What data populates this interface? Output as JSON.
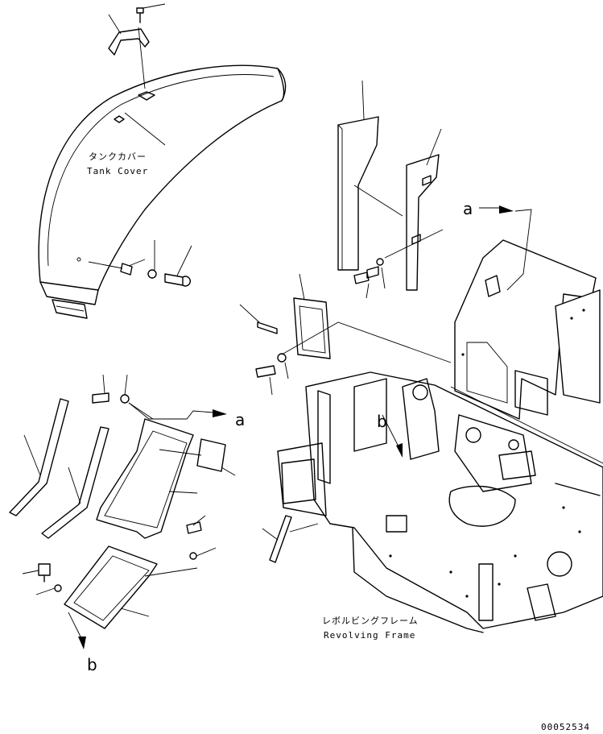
{
  "labels": {
    "tank_cover_jp": "タンクカバー",
    "tank_cover_en": "Tank Cover",
    "revolving_frame_jp": "レボルビングフレーム",
    "revolving_frame_en": "Revolving Frame",
    "ref_a_top": "a",
    "ref_a_mid": "a",
    "ref_b_bottom": "b",
    "ref_b_frame": "b",
    "drawing_number": "00052534"
  }
}
